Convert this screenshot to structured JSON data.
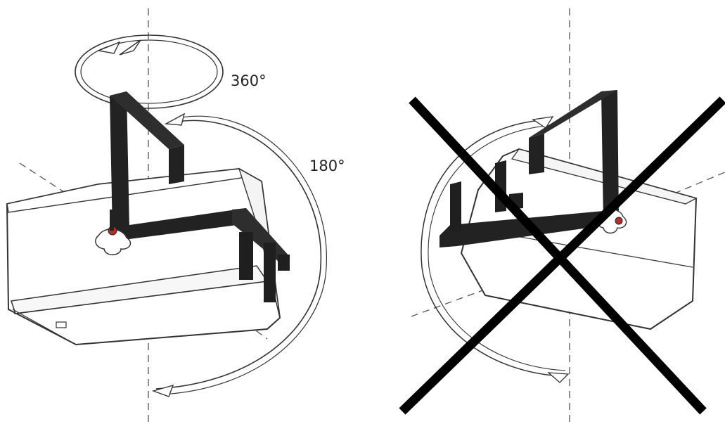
{
  "labels": {
    "rotation_horizontal": "360°",
    "rotation_vertical": "180°"
  },
  "colors": {
    "bracket": "#222222",
    "housing_fill": "#ffffff",
    "housing_stroke": "#333333",
    "cross": "#000000",
    "axis_dash": "#555555",
    "knob_accent": "#b2302b"
  },
  "panels": [
    {
      "id": "correct-orientation",
      "crossed_out": false
    },
    {
      "id": "incorrect-orientation",
      "crossed_out": true
    }
  ]
}
